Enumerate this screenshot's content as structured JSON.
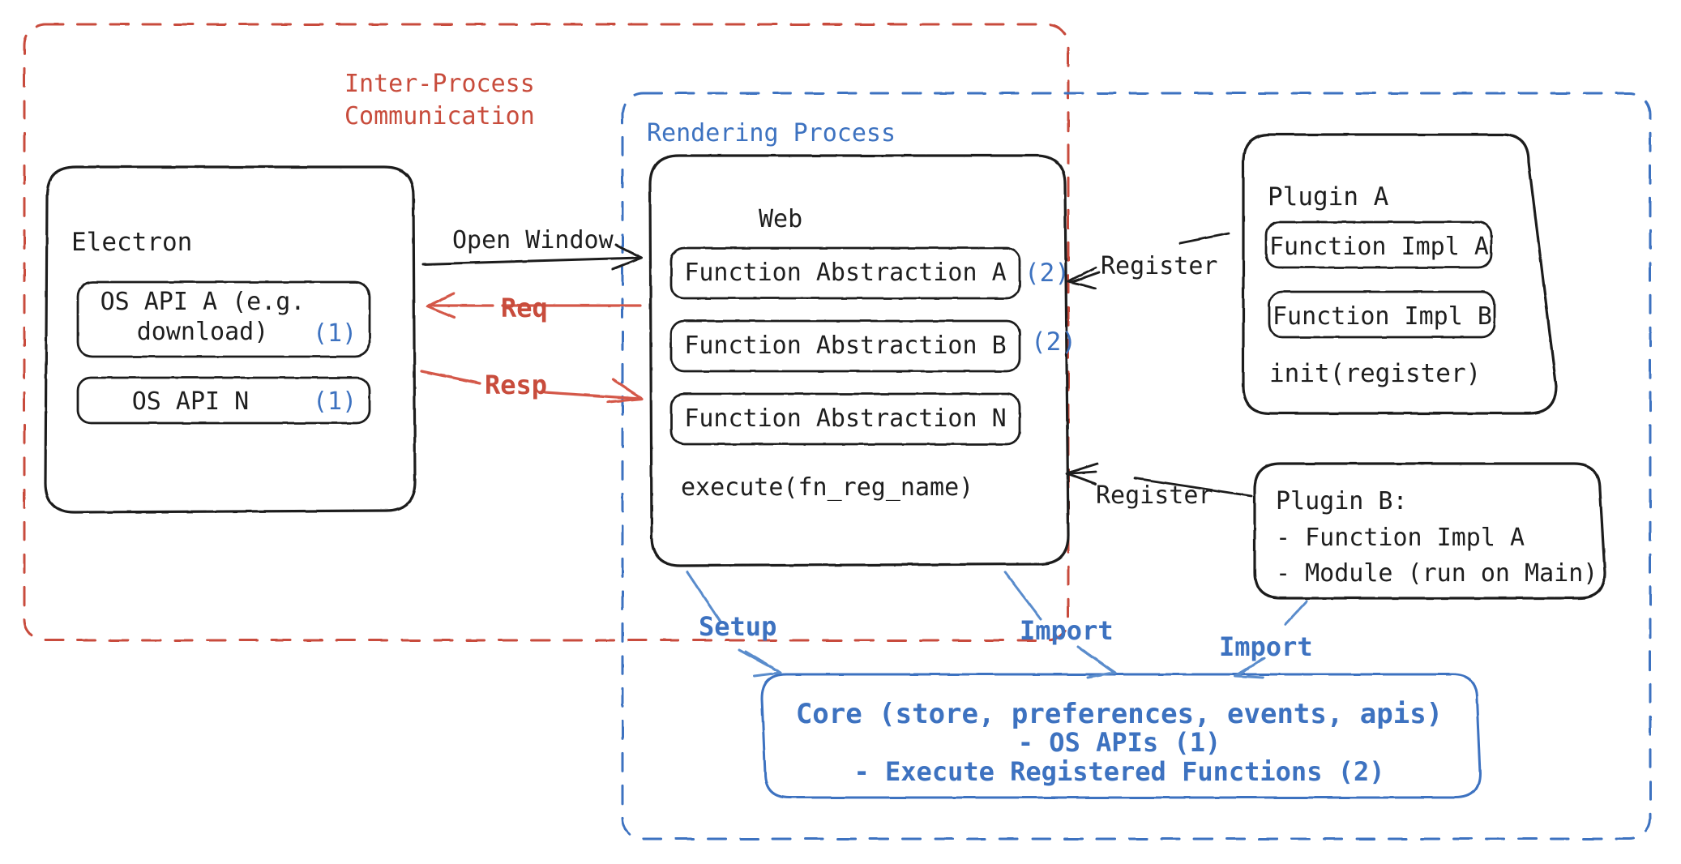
{
  "diagram": {
    "title_region": {
      "ipc_label": "Inter-Process\nCommunication",
      "rendering_label": "Rendering Process"
    },
    "colors": {
      "red": "#c84c3c",
      "blue": "#3d72c0",
      "ink": "#1e1e1e",
      "background": "#ffffff"
    },
    "groups": [
      {
        "name": "inter-process-communication",
        "label": "Inter-Process Communication",
        "label_lines": [
          "Inter-Process",
          "Communication"
        ],
        "style": "dashed",
        "color": "#c84c3c"
      },
      {
        "name": "rendering-process",
        "label": "Rendering Process",
        "style": "dashed",
        "color": "#3d72c0"
      }
    ],
    "electron": {
      "title": "Electron",
      "items": [
        {
          "label": "OS API A (e.g.\ndownload)",
          "lines": [
            "OS API A (e.g.",
            "download)"
          ],
          "badge": "(1)"
        },
        {
          "label": "OS API N",
          "lines": [
            "OS API N"
          ],
          "badge": "(1)"
        }
      ]
    },
    "web": {
      "title": "Web",
      "items": [
        {
          "label": "Function Abstraction A",
          "badge": "(2)"
        },
        {
          "label": "Function Abstraction B",
          "badge": "(2)"
        },
        {
          "label": "Function Abstraction N",
          "badge": ""
        }
      ],
      "footer": "execute(fn_reg_name)"
    },
    "plugin_a": {
      "title": "Plugin A",
      "items": [
        {
          "label": "Function Impl A"
        },
        {
          "label": "Function Impl B"
        }
      ],
      "footer": "init(register)"
    },
    "plugin_b": {
      "lines": [
        "Plugin B:",
        "- Function Impl A",
        "- Module (run on Main)"
      ]
    },
    "core": {
      "lines": [
        "Core (store, preferences, events, apis)",
        "- OS APIs (1)",
        "- Execute Registered Functions (2)"
      ]
    },
    "arrows": [
      {
        "name": "open-window",
        "label": "Open Window",
        "color": "#1e1e1e",
        "from": "electron",
        "to": "web"
      },
      {
        "name": "req",
        "label": "Req",
        "color": "#c84c3c",
        "from": "web",
        "to": "electron"
      },
      {
        "name": "resp",
        "label": "Resp",
        "color": "#c84c3c",
        "from": "electron",
        "to": "web"
      },
      {
        "name": "register-plugin-a",
        "label": "Register",
        "color": "#1e1e1e",
        "from": "plugin_a",
        "to": "web"
      },
      {
        "name": "register-plugin-b",
        "label": "Register",
        "color": "#1e1e1e",
        "from": "plugin_b",
        "to": "web"
      },
      {
        "name": "setup",
        "label": "Setup",
        "color": "#3d72c0",
        "from": "web",
        "to": "core"
      },
      {
        "name": "import-web",
        "label": "Import",
        "color": "#3d72c0",
        "from": "web",
        "to": "core"
      },
      {
        "name": "import-plugin-b",
        "label": "Import",
        "color": "#3d72c0",
        "from": "plugin_b",
        "to": "core"
      }
    ]
  }
}
